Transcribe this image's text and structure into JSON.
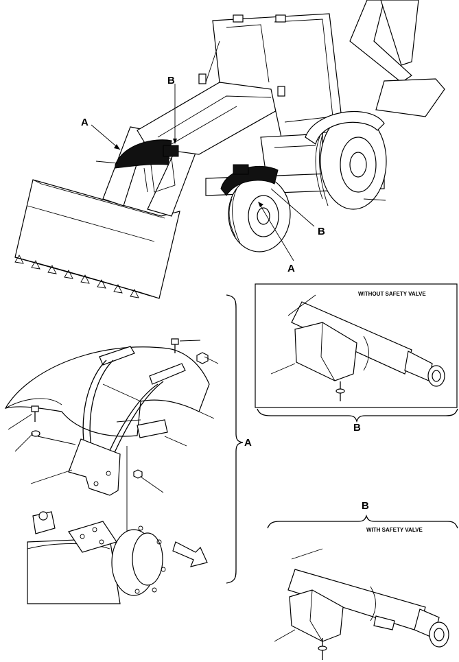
{
  "labels": {
    "callout_a_top": "A",
    "callout_b_top": "B",
    "callout_b_right": "B",
    "callout_a_bottom": "A",
    "brace_a": "A",
    "brace_b_upper": "B",
    "brace_b_lower": "B"
  },
  "captions": {
    "without_safety_valve": "WITHOUT SAFETY VALVE",
    "with_safety_valve": "WITH SAFETY VALVE"
  },
  "colors": {
    "ink": "#000000",
    "paper": "#ffffff"
  }
}
